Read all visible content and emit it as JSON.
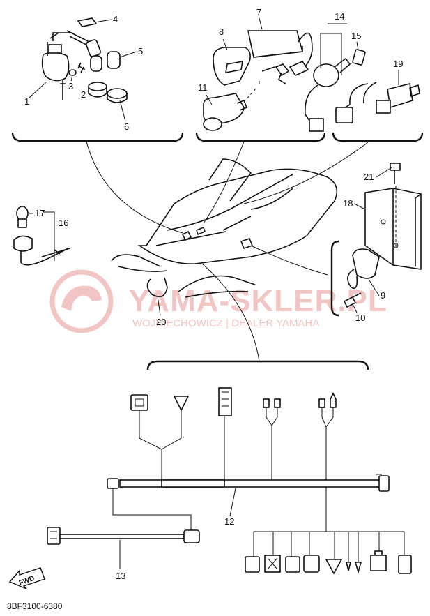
{
  "watermark": {
    "main": "YAMA-SKLER.PL",
    "sub": "WOJCIECHOWICZ | DEALER YAMAHA",
    "color": "#f2c5c5"
  },
  "fwd_label": "FWD",
  "diagram_code": "8BF3100-6380",
  "callouts": [
    "1",
    "2",
    "3",
    "4",
    "5",
    "6",
    "7",
    "8",
    "11",
    "14",
    "15",
    "19",
    "21",
    "18",
    "17",
    "16",
    "9",
    "10",
    "20",
    "12",
    "13"
  ]
}
